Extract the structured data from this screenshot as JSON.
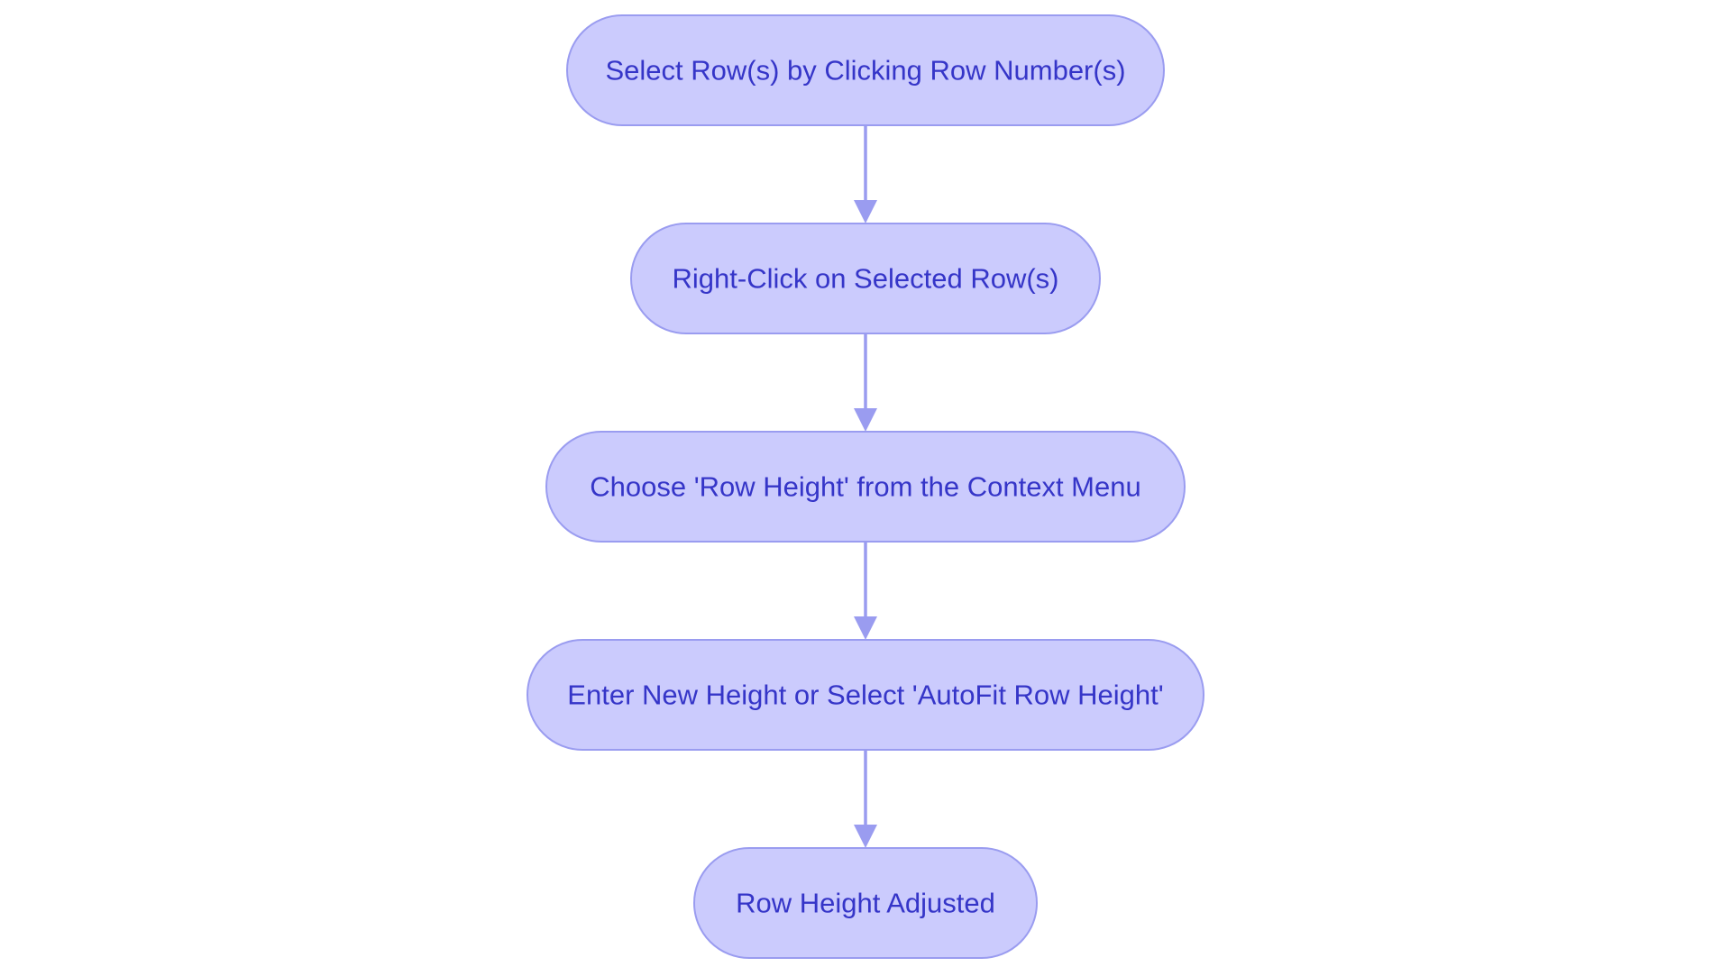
{
  "diagram": {
    "type": "flowchart",
    "direction": "top-to-bottom",
    "colors": {
      "node_fill": "#cbcbfd",
      "node_border": "#9a9cf0",
      "node_text": "#3535c8",
      "edge": "#9a9cf0",
      "background": "#ffffff"
    },
    "nodes": [
      {
        "id": "n1",
        "label": "Select Row(s) by Clicking Row Number(s)"
      },
      {
        "id": "n2",
        "label": "Right-Click on Selected Row(s)"
      },
      {
        "id": "n3",
        "label": "Choose 'Row Height' from the Context Menu"
      },
      {
        "id": "n4",
        "label": "Enter New Height or Select 'AutoFit Row Height'"
      },
      {
        "id": "n5",
        "label": "Row Height Adjusted"
      }
    ],
    "edges": [
      {
        "from": "n1",
        "to": "n2"
      },
      {
        "from": "n2",
        "to": "n3"
      },
      {
        "from": "n3",
        "to": "n4"
      },
      {
        "from": "n4",
        "to": "n5"
      }
    ]
  }
}
